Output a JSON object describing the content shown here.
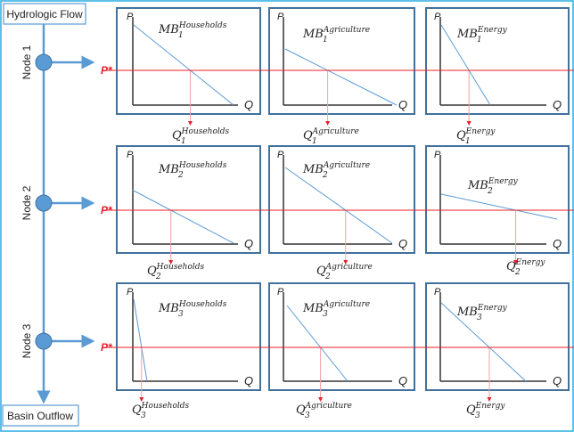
{
  "source_box": "Hydrologic Flow",
  "outflow_box": "Basin Outflow",
  "price_label": "P*",
  "axis": {
    "p": "P",
    "q": "Q"
  },
  "mb_base": "MB",
  "q_base": "Q",
  "nodes": [
    {
      "label": "Node 1",
      "number": "1"
    },
    {
      "label": "Node 2",
      "number": "2"
    },
    {
      "label": "Node 3",
      "number": "3"
    }
  ],
  "sectors": [
    "Households",
    "Agriculture",
    "Energy"
  ],
  "colors": {
    "flow": "#5b9bd5",
    "price": "#e8202a",
    "curve": "#5b9bd5",
    "frame": "#41719c",
    "border": "#29abe2"
  }
}
